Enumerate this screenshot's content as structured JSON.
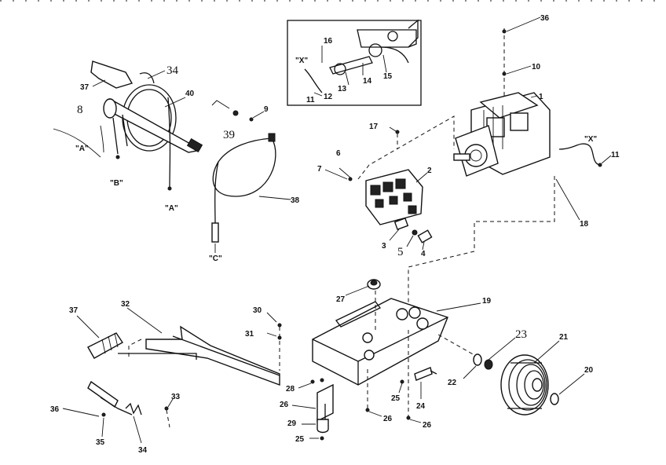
{
  "labels": {
    "l36a": "36",
    "l10": "10",
    "l1": "1",
    "l16a": "16",
    "lX1": "\"X\"",
    "l13": "13",
    "l14": "14",
    "l15": "15",
    "l12": "12",
    "l11a": "11",
    "l17": "17",
    "lX2": "\"X\"",
    "l11b": "11",
    "l34a": "34",
    "l37a": "37",
    "l40": "40",
    "l8": "8",
    "lA1": "\"A\"",
    "lB": "\"B\"",
    "lA2": "\"A\"",
    "l9": "9",
    "l39a": "39",
    "l38": "38",
    "lC": "\"C\"",
    "l6": "6",
    "l7": "7",
    "l2": "2",
    "l18": "18",
    "l3": "3",
    "l5": "5",
    "l4": "4",
    "l27": "27",
    "l19": "19",
    "l37b": "37",
    "l32": "32",
    "l30": "30",
    "l31": "31",
    "l23": "23",
    "l21": "21",
    "l22": "22",
    "l20": "20",
    "l28": "28",
    "l25a": "25",
    "l24": "24",
    "l26a": "26",
    "l26b": "26",
    "l26c": "26",
    "l29": "29",
    "l25b": "25",
    "l33": "33",
    "l36b": "36",
    "l35": "35",
    "l34b": "34"
  }
}
